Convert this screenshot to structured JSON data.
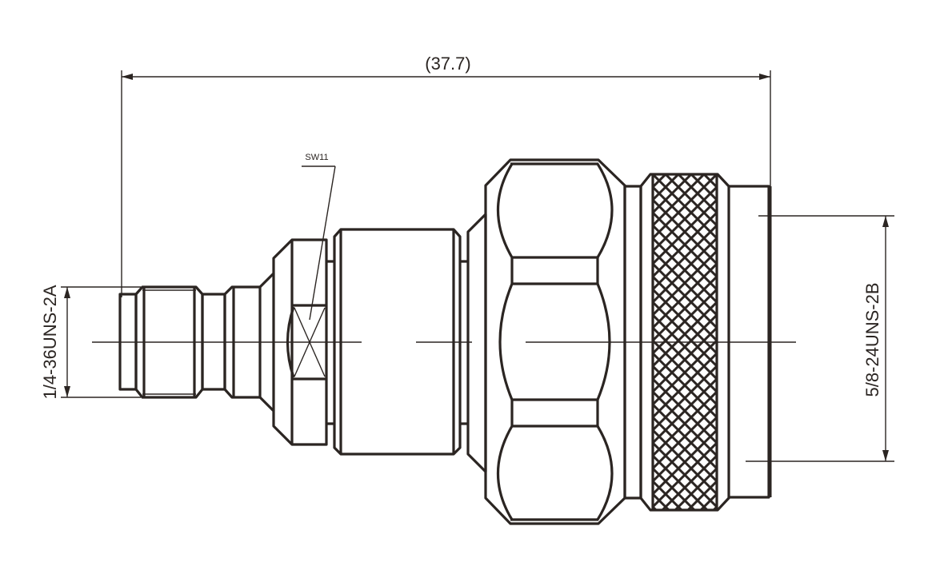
{
  "drawing": {
    "overall_length_label": "(37.7)",
    "wrench_label": "SW11",
    "left_thread_label": "1/4-36UNS-2A",
    "right_thread_label": "5/8-24UNS-2B"
  },
  "colors": {
    "line": "#2b2522",
    "background": "#ffffff"
  }
}
